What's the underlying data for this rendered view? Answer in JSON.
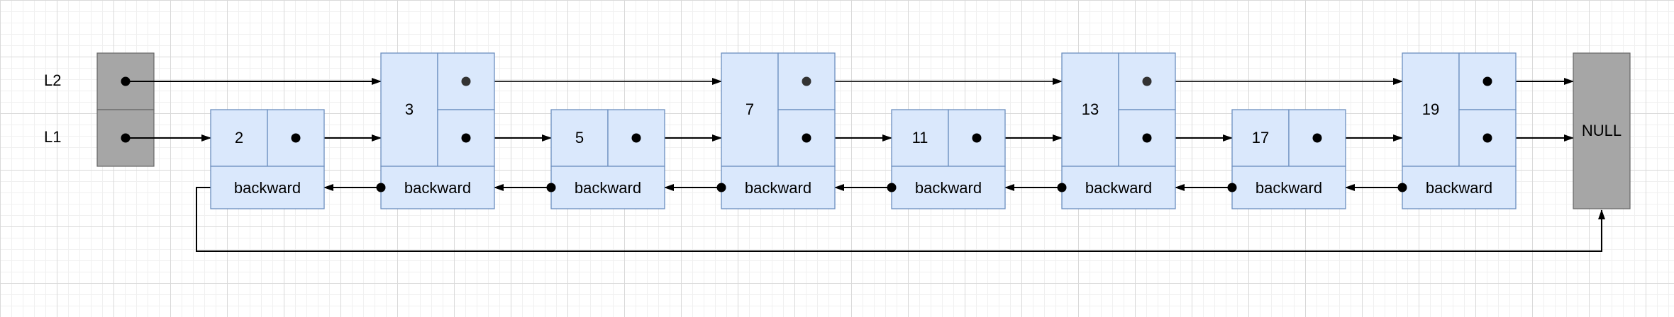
{
  "levels": [
    {
      "name": "L2"
    },
    {
      "name": "L1"
    }
  ],
  "nodes": [
    {
      "value": "2",
      "tall": false,
      "backward": "backward"
    },
    {
      "value": "3",
      "tall": true,
      "backward": "backward"
    },
    {
      "value": "5",
      "tall": false,
      "backward": "backward"
    },
    {
      "value": "7",
      "tall": true,
      "backward": "backward"
    },
    {
      "value": "11",
      "tall": false,
      "backward": "backward"
    },
    {
      "value": "13",
      "tall": true,
      "backward": "backward"
    },
    {
      "value": "17",
      "tall": false,
      "backward": "backward"
    },
    {
      "value": "19",
      "tall": true,
      "backward": "backward"
    }
  ],
  "null_node": {
    "label": "NULL"
  },
  "colors": {
    "node_fill": "#dae8fc",
    "node_stroke": "#6c8ebf",
    "header_fill": "#a6a6a6",
    "null_fill": "#a6a6a6",
    "arrow": "#000000",
    "arrow_l2": "#333333"
  }
}
